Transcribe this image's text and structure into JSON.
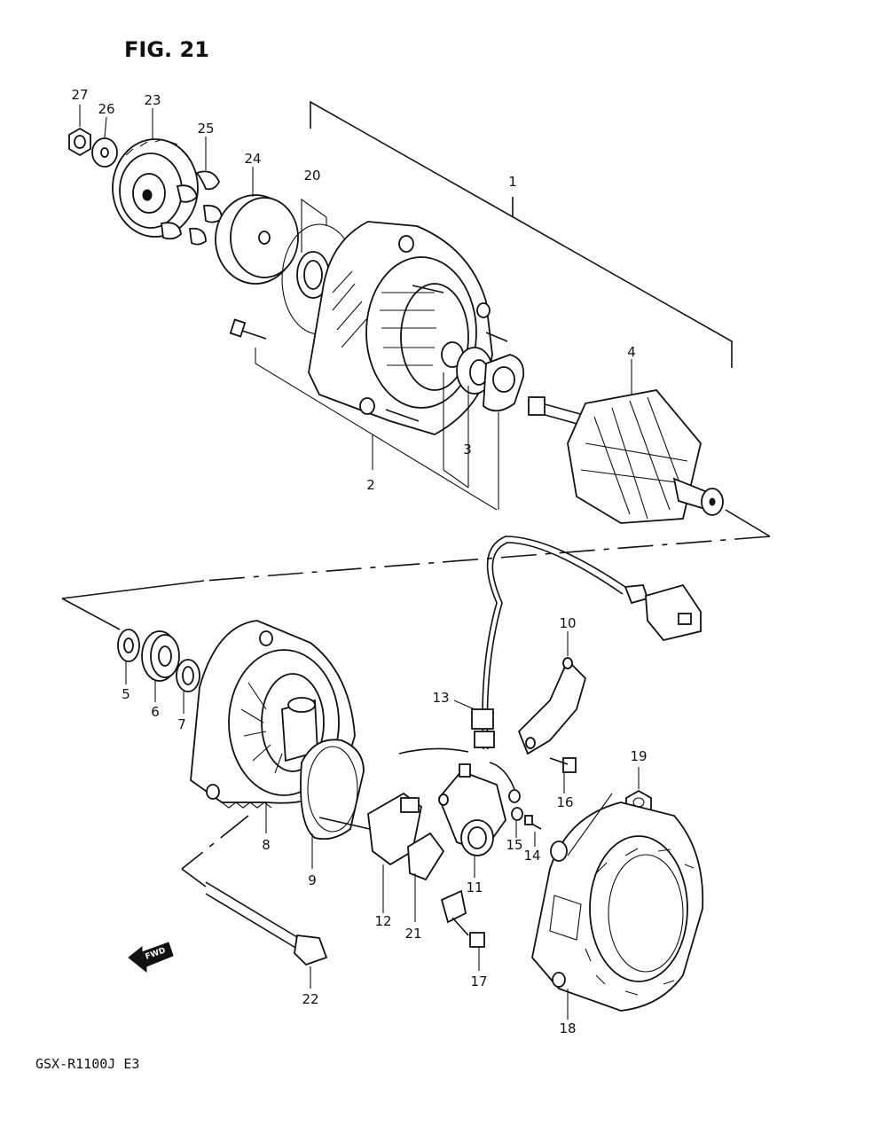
{
  "figure": {
    "title": "FIG. 21",
    "model": "GSX-R1100J  E3",
    "fwd_label": "FWD"
  },
  "callouts": [
    "1",
    "2",
    "3",
    "4",
    "5",
    "6",
    "7",
    "8",
    "9",
    "10",
    "11",
    "12",
    "13",
    "14",
    "15",
    "16",
    "17",
    "18",
    "19",
    "20",
    "21",
    "22",
    "23",
    "24",
    "25",
    "26",
    "27"
  ]
}
